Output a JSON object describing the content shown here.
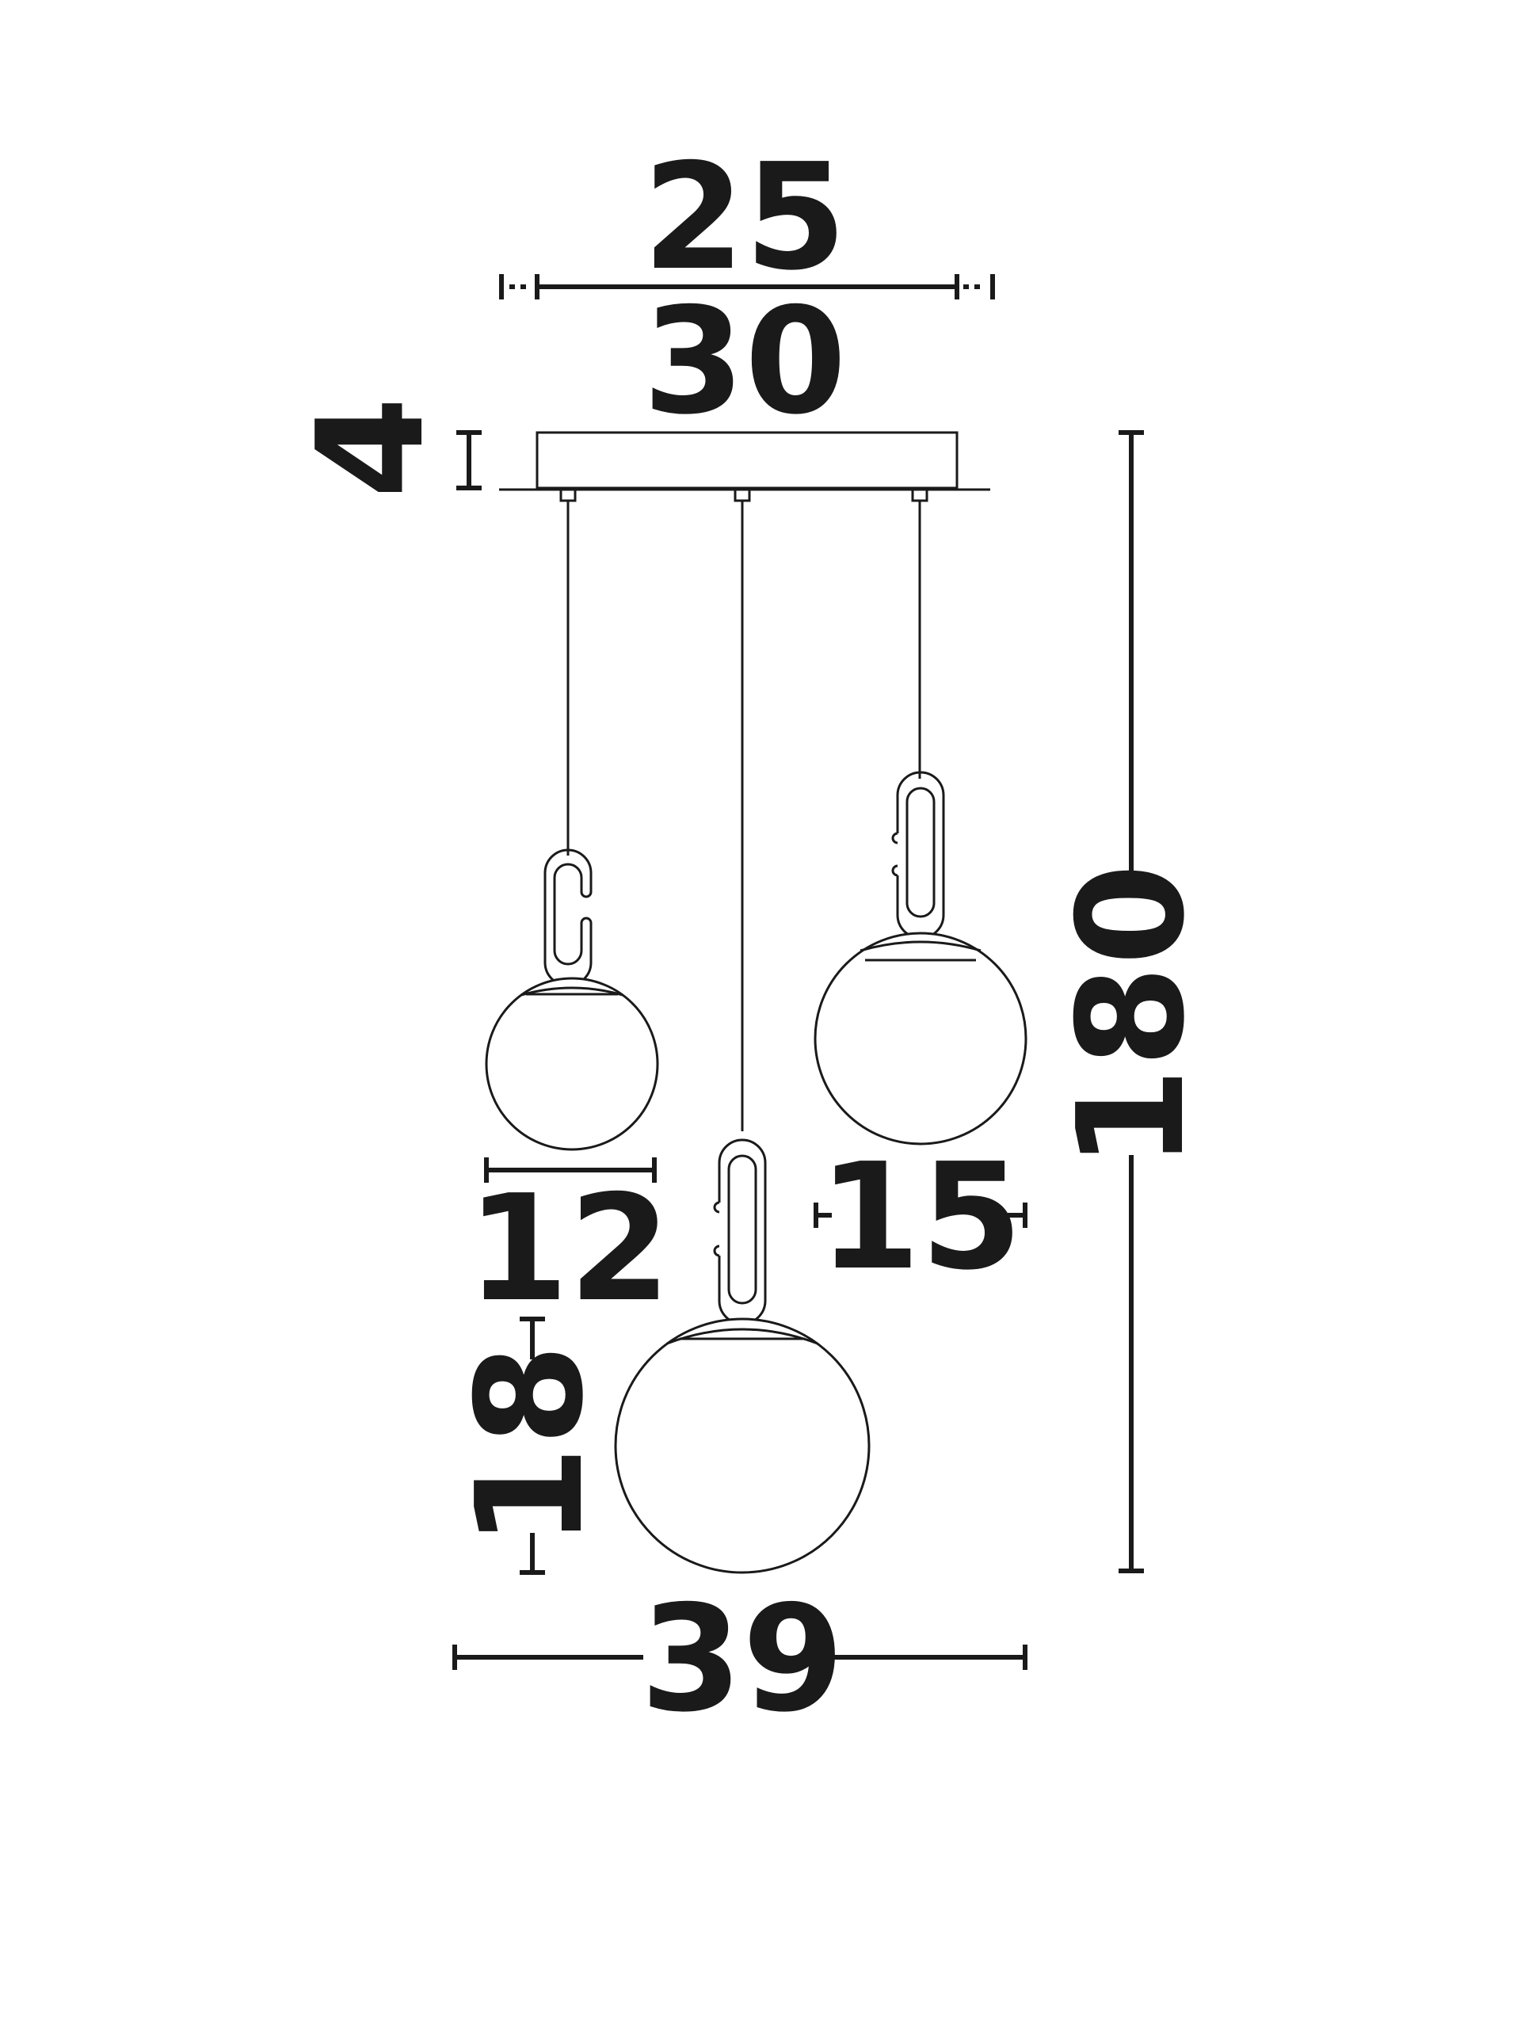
{
  "dimensions": {
    "canopy_inner_width": "25",
    "canopy_width": "30",
    "canopy_height": "4",
    "overall_height": "180",
    "small_globe_diameter": "12",
    "medium_globe_diameter": "15",
    "large_globe_diameter": "18",
    "overall_width": "39"
  },
  "colors": {
    "line": "#1a1a1a",
    "background": "#ffffff"
  }
}
